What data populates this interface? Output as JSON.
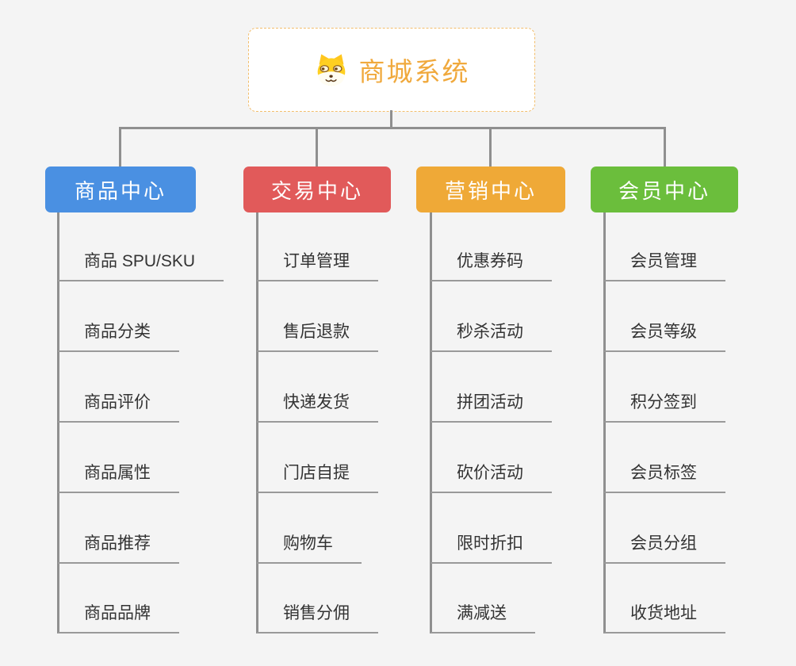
{
  "app": {
    "background_color": "#f4f4f4",
    "connector_color": "#8f8f8f",
    "underline_color": "#999999",
    "leaf_text_color": "#333333"
  },
  "root": {
    "label": "商城系统",
    "icon": "dog-face-icon",
    "text_color": "#f0a93d",
    "border_color": "#f2bd6b",
    "fill_color": "#ffffff"
  },
  "branches": [
    {
      "label": "商品中心",
      "color": "#4a90e2",
      "children": [
        "商品 SPU/SKU",
        "商品分类",
        "商品评价",
        "商品属性",
        "商品推荐",
        "商品品牌"
      ]
    },
    {
      "label": "交易中心",
      "color": "#e15a5a",
      "children": [
        "订单管理",
        "售后退款",
        "快递发货",
        "门店自提",
        "购物车",
        "销售分佣"
      ]
    },
    {
      "label": "营销中心",
      "color": "#efa937",
      "children": [
        "优惠券码",
        "秒杀活动",
        "拼团活动",
        "砍价活动",
        "限时折扣",
        "满减送"
      ]
    },
    {
      "label": "会员中心",
      "color": "#6bbe3c",
      "children": [
        "会员管理",
        "会员等级",
        "积分签到",
        "会员标签",
        "会员分组",
        "收货地址"
      ]
    }
  ]
}
